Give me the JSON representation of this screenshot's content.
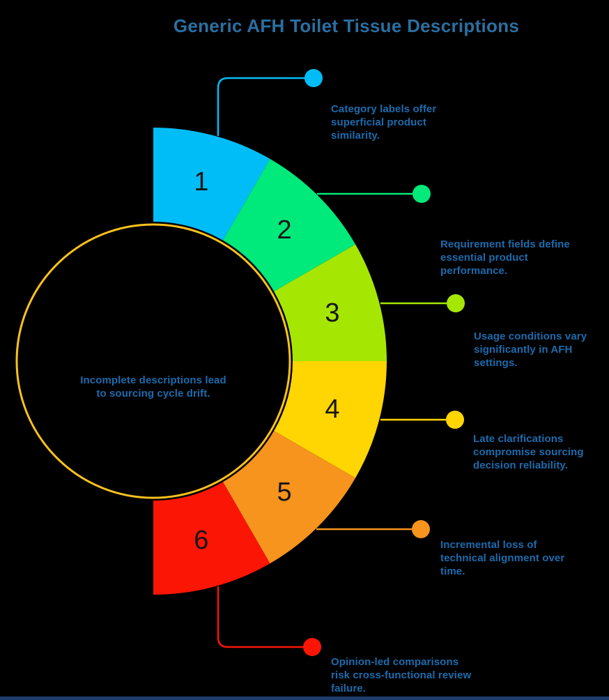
{
  "title": "Generic AFH Toilet Tissue Descriptions",
  "center": {
    "text": "Incomplete descriptions lead to sourcing cycle drift."
  },
  "segments": [
    {
      "number": "1",
      "color": "#00BDF8",
      "description": "Category labels offer superficial product similarity."
    },
    {
      "number": "2",
      "color": "#00E97B",
      "description": "Requirement fields define essential product performance."
    },
    {
      "number": "3",
      "color": "#A6E603",
      "description": "Usage conditions vary significantly in AFH settings."
    },
    {
      "number": "4",
      "color": "#FFD502",
      "description": "Late clarifications compromise sourcing decision reliability."
    },
    {
      "number": "5",
      "color": "#F7941D",
      "description": "Incremental loss of technical alignment over time."
    },
    {
      "number": "6",
      "color": "#FA1505",
      "description": "Opinion-led comparisons risk cross-functional review failure."
    }
  ],
  "colors": {
    "background": "#000000",
    "title": "#2B6FA0",
    "body_text": "#1C6BAD",
    "number": "#161616",
    "center_ring": "#FCC21D",
    "footer_bar": "#1D3E6B"
  }
}
